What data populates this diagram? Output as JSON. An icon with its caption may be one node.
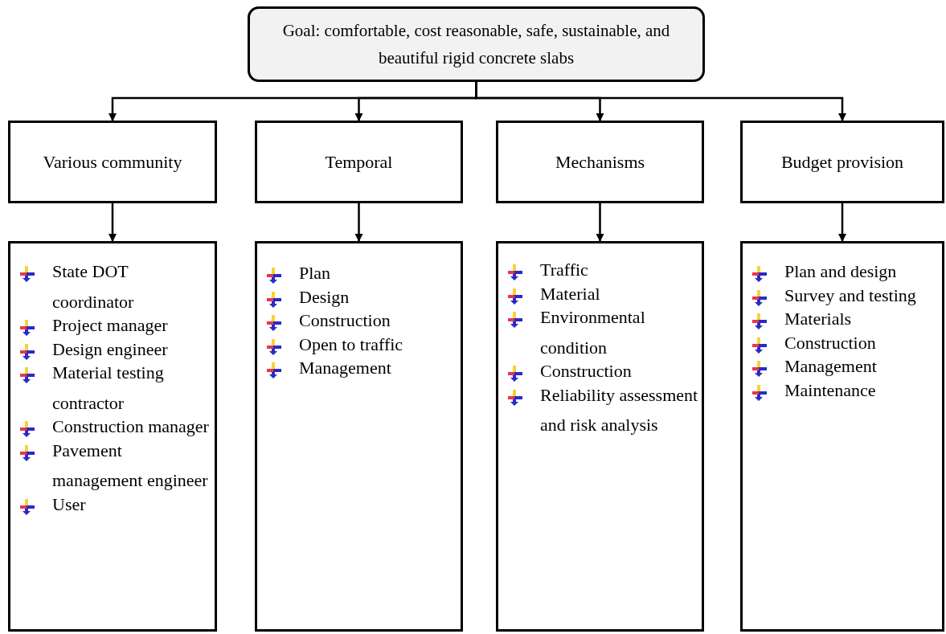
{
  "diagram": {
    "nodes": [
      {
        "text": [
          "Goal: comfortable, cost reasonable, safe, sustainable, and beautiful rigid concrete slabs"
        ]
      },
      {
        "text": [
          "Various community"
        ]
      },
      {
        "text": [
          "Temporal"
        ]
      },
      {
        "text": [
          "Mechanisms"
        ]
      },
      {
        "text": [
          "Budget provision"
        ]
      },
      {
        "text": [
          "State DOT coordinator",
          "Project manager",
          "Design engineer",
          "Material testing contractor",
          "Construction manager",
          "Pavement management engineer",
          "User"
        ]
      },
      {
        "text": [
          "Plan",
          "Design",
          "Construction",
          "Open to traffic",
          "Management"
        ]
      },
      {
        "text": [
          "Traffic",
          "Material",
          "Environmental condition",
          "Construction",
          "Reliability assessment and risk analysis"
        ]
      },
      {
        "text": [
          "Plan and design",
          "Survey and testing",
          "Materials",
          "Construction",
          "Management",
          "Maintenance"
        ]
      }
    ],
    "edges": [
      {
        "from": 0,
        "to": 1,
        "arrow": "to"
      },
      {
        "from": 0,
        "to": 2,
        "arrow": "to"
      },
      {
        "from": 0,
        "to": 3,
        "arrow": "to"
      },
      {
        "from": 0,
        "to": 4,
        "arrow": "to"
      },
      {
        "from": 1,
        "to": 5,
        "arrow": "to"
      },
      {
        "from": 2,
        "to": 6,
        "arrow": "to"
      },
      {
        "from": 3,
        "to": 7,
        "arrow": "to"
      },
      {
        "from": 4,
        "to": 8,
        "arrow": "to"
      }
    ]
  }
}
